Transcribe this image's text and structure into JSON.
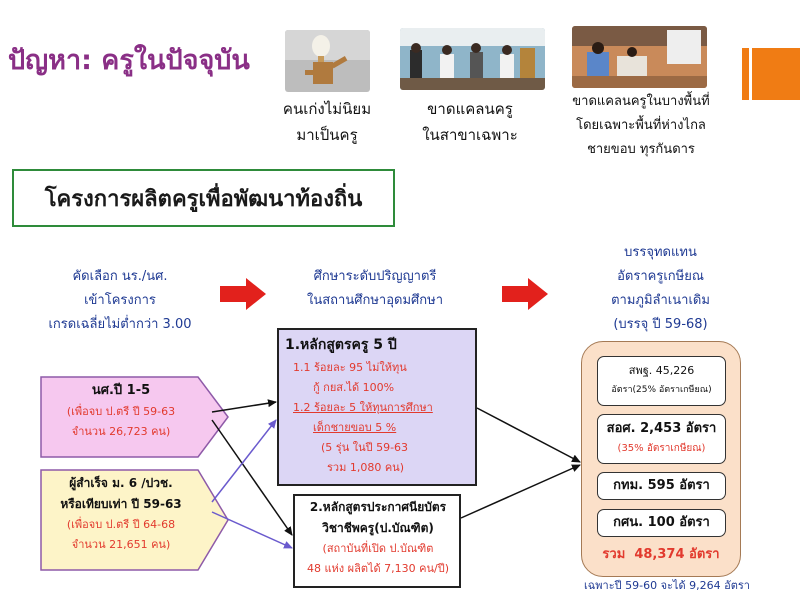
{
  "slide": {
    "title": "ปัญหา: ครูในปัจจุบัน",
    "problems": [
      {
        "line1": "คนเก่งไม่นิยม",
        "line2": "มาเป็นครู"
      },
      {
        "line1": "ขาดแคลนครู",
        "line2": "ในสาขาเฉพาะ"
      },
      {
        "line1": "ขาดแคลนครูในบางพื้นที่",
        "line2": "โดยเฉพาะพื้นที่ห่างไกล",
        "line3": "ชายขอบ ทุรกันดาร"
      }
    ],
    "project_title": "โครงการผลิตครูเพื่อพัฒนาท้องถิ่น",
    "accent_color": "#f07c14",
    "title_color": "#8a2f86"
  },
  "stages": {
    "select": {
      "line1": "คัดเลือก นร./นศ.",
      "line2": "เข้าโครงการ",
      "line3": "เกรดเฉลี่ยไม่ต่ำกว่า 3.00"
    },
    "study": {
      "line1": "ศึกษาระดับปริญญาตรี",
      "line2": "ในสถานศึกษาอุดมศึกษา"
    },
    "place": {
      "line1": "บรรจุทดแทน",
      "line2": "อัตราครูเกษียณ",
      "line3": "ตามภูมิลำเนาเดิม",
      "line4": "(บรรจุ ปี 59-68)"
    }
  },
  "sources": {
    "students": {
      "title": "นศ.ปี 1-5",
      "line2": "(เพื่อจบ ป.ตรี ปี 59-63",
      "line3": "จำนวน 26,723 คน)"
    },
    "graduates": {
      "title1": "ผู้สำเร็จ ม. 6 /ปวช.",
      "title2": "หรือเทียบเท่า ปี 59-63",
      "line3": "(เพื่อจบ ป.ตรี ปี 64-68",
      "line4": "จำนวน 21,651 คน)"
    }
  },
  "programs": {
    "p1": {
      "title": "1.หลักสูตรครู 5 ปี",
      "l1": "1.1 ร้อยละ 95 ไม่ให้ทุน",
      "l2": "กู้ กยส.ได้ 100%",
      "l3": "1.2 ร้อยละ 5 ให้ทุนการศึกษา",
      "l4": "เด็กชายขอบ 5 %",
      "l5": "(5 รุ่น ในปี 59-63",
      "l6": "รวม 1,080 คน)"
    },
    "p2": {
      "title1": "2.หลักสูตรประกาศนียบัตร",
      "title2": "วิชาชีพครู(ป.บัณฑิต)",
      "l1": "(สถาบันที่เปิด ป.บัณฑิต",
      "l2": "48 แห่ง ผลิตได้ 7,130 คน/ปี)"
    }
  },
  "allocation": {
    "spp": {
      "l1": "สพฐ. 45,226",
      "l2": "อัตรา(25% อัตราเกษียณ)"
    },
    "sor": {
      "l1": "สอศ. 2,453 อัตรา",
      "l2": "(35% อัตราเกษียณ)"
    },
    "bkk": "กทม. 595 อัตรา",
    "kor": "กศน. 100 อัตรา",
    "total": "รวม  48,374 อัตรา",
    "note": "เฉพาะปี 59-60 จะได้ 9,264 อัตรา"
  }
}
